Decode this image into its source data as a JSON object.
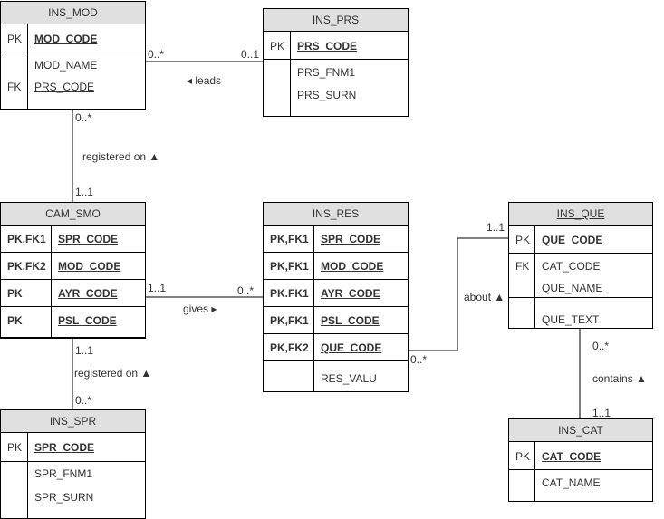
{
  "entities": {
    "ins_mod": {
      "title": "INS_MOD",
      "pk": "PK",
      "pk_field": "MOD_CODE",
      "fk": "FK",
      "f1": "MOD_NAME",
      "f2": "PRS_CODE"
    },
    "ins_prs": {
      "title": "INS_PRS",
      "pk": "PK",
      "pk_field": "PRS_CODE",
      "f1": "PRS_FNM1",
      "f2": "PRS_SURN"
    },
    "cam_smo": {
      "title": "CAM_SMO",
      "rows": [
        {
          "key": "PK,FK1",
          "field": "SPR_CODE"
        },
        {
          "key": "PK,FK2",
          "field": "MOD_CODE"
        },
        {
          "key": "PK",
          "field": "AYR_CODE"
        },
        {
          "key": "PK",
          "field": "PSL_CODE"
        }
      ]
    },
    "ins_res": {
      "title": "INS_RES",
      "rows": [
        {
          "key": "PK,FK1",
          "field": "SPR_CODE"
        },
        {
          "key": "PK,FK1",
          "field": "MOD_CODE"
        },
        {
          "key": "PK.FK1",
          "field": "AYR_CODE"
        },
        {
          "key": "PK,FK1",
          "field": "PSL_CODE"
        },
        {
          "key": "PK,FK2",
          "field": "QUE_CODE"
        }
      ],
      "extra": "RES_VALU"
    },
    "ins_que": {
      "title": "INS_QUE",
      "pk": "PK",
      "pk_field": "QUE_CODE",
      "fk": "FK",
      "f_fk": "CAT_CODE",
      "f_name": "QUE_NAME",
      "f_text": "QUE_TEXT"
    },
    "ins_spr": {
      "title": "INS_SPR",
      "pk": "PK",
      "pk_field": "SPR_CODE",
      "f1": "SPR_FNM1",
      "f2": "SPR_SURN"
    },
    "ins_cat": {
      "title": "INS_CAT",
      "pk": "PK",
      "pk_field": "CAT_CODE",
      "f1": "CAT_NAME"
    }
  },
  "relations": {
    "mod_prs": {
      "label": "◂ leads",
      "card_from": "0..*",
      "card_to": "0..1"
    },
    "mod_smo": {
      "label": "registered on ▲",
      "card_from": "0..*",
      "card_to": "1..1"
    },
    "smo_res": {
      "label": "gives ▸",
      "card_from": "1..1",
      "card_to": "0..*"
    },
    "res_que": {
      "label": "about ▲",
      "card_from": "0..*",
      "card_to": "1..1"
    },
    "smo_spr": {
      "label": "registered on ▲",
      "card_from": "1..1",
      "card_to": "0..*"
    },
    "que_cat": {
      "label": "contains ▲",
      "card_from": "0..*",
      "card_to": "1..1"
    }
  }
}
